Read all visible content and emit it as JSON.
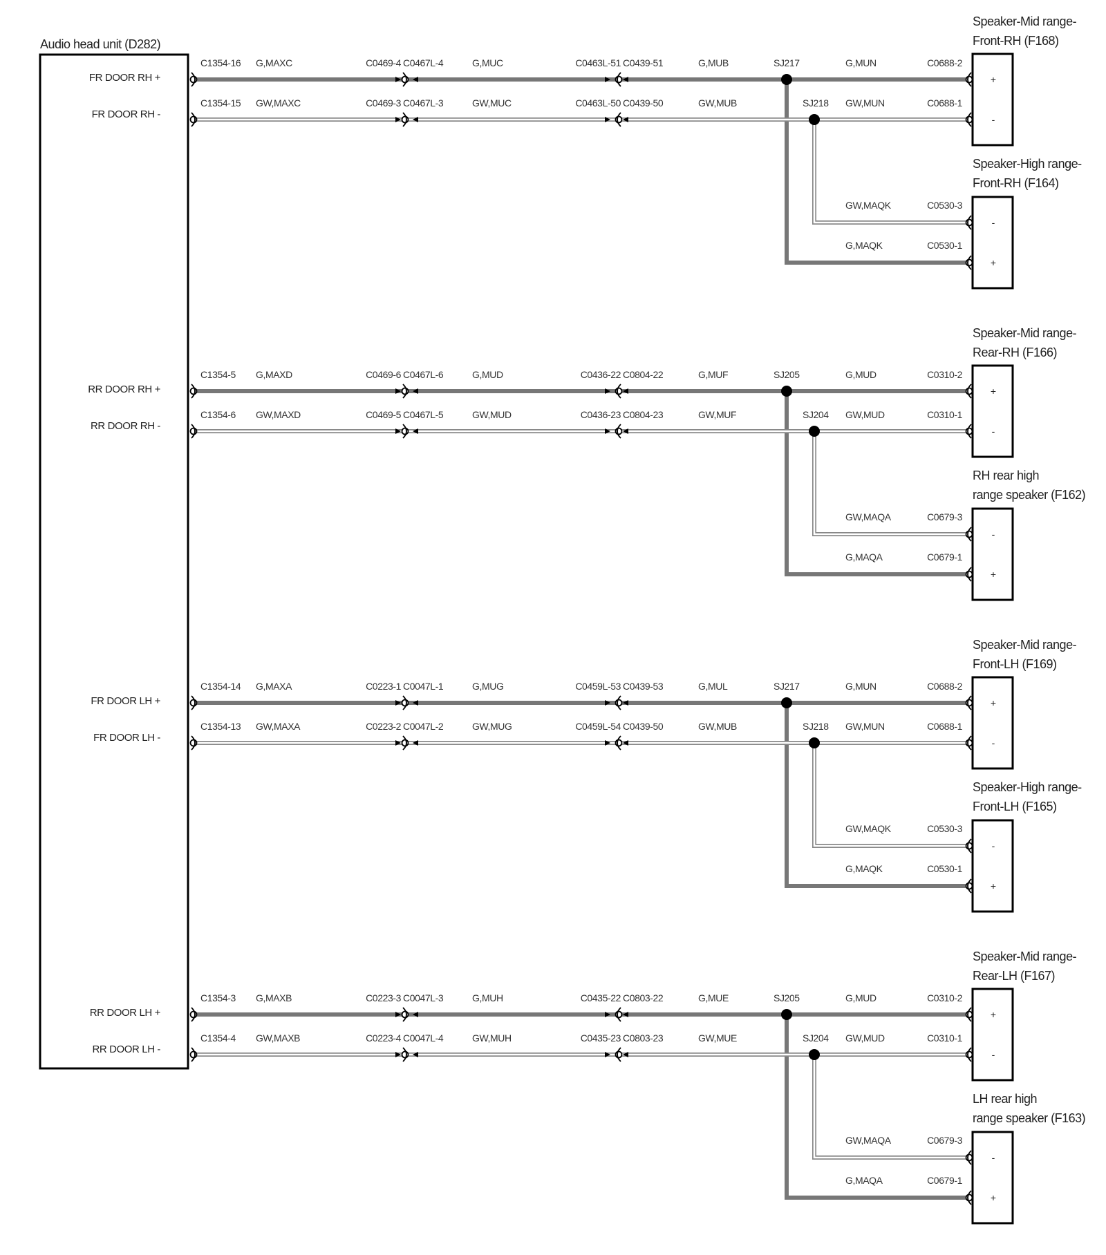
{
  "head_unit": {
    "title": "Audio head unit (D282)",
    "pins": [
      "FR DOOR RH +",
      "FR DOOR RH -",
      "RR DOOR RH +",
      "RR DOOR RH -",
      "FR DOOR LH +",
      "FR DOOR LH -",
      "RR DOOR LH +",
      "RR DOOR LH -"
    ]
  },
  "colors": {
    "wire_g": "#777777",
    "wire_gw_outline": "#888888",
    "ink": "#000000"
  },
  "groups": [
    {
      "plus": {
        "hu_conn": "C1354-16",
        "hu_wire": "G,MAXC",
        "c2a": "C0469-4",
        "c2b": "C0467L-4",
        "w2": "G,MUC",
        "c3a": "C0463L-51",
        "c3b": "C0439-51",
        "w3": "G,MUB",
        "splice": "SJ217",
        "w4": "G,MUN",
        "end": "C0688-2"
      },
      "minus": {
        "hu_conn": "C1354-15",
        "hu_wire": "GW,MAXC",
        "c2a": "C0469-3",
        "c2b": "C0467L-3",
        "w2": "GW,MUC",
        "c3a": "C0463L-50",
        "c3b": "C0439-50",
        "w3": "GW,MUB",
        "splice": "SJ218",
        "w4": "GW,MUN",
        "end": "C0688-1"
      },
      "spk1": {
        "line1": "Speaker-Mid range-",
        "line2": "Front-RH (F168)",
        "plus": "+",
        "minus": "-"
      },
      "spk2": {
        "line1": "Speaker-High range-",
        "line2": "Front-RH (F164)",
        "minus_wire": "GW,MAQK",
        "minus_conn": "C0530-3",
        "plus_wire": "G,MAQK",
        "plus_conn": "C0530-1",
        "plus": "+",
        "minus": "-"
      }
    },
    {
      "plus": {
        "hu_conn": "C1354-5",
        "hu_wire": "G,MAXD",
        "c2a": "C0469-6",
        "c2b": "C0467L-6",
        "w2": "G,MUD",
        "c3a": "C0436-22",
        "c3b": "C0804-22",
        "w3": "G,MUF",
        "splice": "SJ205",
        "w4": "G,MUD",
        "end": "C0310-2"
      },
      "minus": {
        "hu_conn": "C1354-6",
        "hu_wire": "GW,MAXD",
        "c2a": "C0469-5",
        "c2b": "C0467L-5",
        "w2": "GW,MUD",
        "c3a": "C0436-23",
        "c3b": "C0804-23",
        "w3": "GW,MUF",
        "splice": "SJ204",
        "w4": "GW,MUD",
        "end": "C0310-1"
      },
      "spk1": {
        "line1": "Speaker-Mid range-",
        "line2": "Rear-RH (F166)",
        "plus": "+",
        "minus": "-"
      },
      "spk2": {
        "line1": "RH rear high",
        "line2": "range speaker (F162)",
        "minus_wire": "GW,MAQA",
        "minus_conn": "C0679-3",
        "plus_wire": "G,MAQA",
        "plus_conn": "C0679-1",
        "plus": "+",
        "minus": "-"
      }
    },
    {
      "plus": {
        "hu_conn": "C1354-14",
        "hu_wire": "G,MAXA",
        "c2a": "C0223-1",
        "c2b": "C0047L-1",
        "w2": "G,MUG",
        "c3a": "C0459L-53",
        "c3b": "C0439-53",
        "w3": "G,MUL",
        "splice": "SJ217",
        "w4": "G,MUN",
        "end": "C0688-2"
      },
      "minus": {
        "hu_conn": "C1354-13",
        "hu_wire": "GW,MAXA",
        "c2a": "C0223-2",
        "c2b": "C0047L-2",
        "w2": "GW,MUG",
        "c3a": "C0459L-54",
        "c3b": "C0439-50",
        "w3": "GW,MUB",
        "splice": "SJ218",
        "w4": "GW,MUN",
        "end": "C0688-1"
      },
      "spk1": {
        "line1": "Speaker-Mid range-",
        "line2": "Front-LH (F169)",
        "plus": "+",
        "minus": "-"
      },
      "spk2": {
        "line1": "Speaker-High range-",
        "line2": "Front-LH (F165)",
        "minus_wire": "GW,MAQK",
        "minus_conn": "C0530-3",
        "plus_wire": "G,MAQK",
        "plus_conn": "C0530-1",
        "plus": "+",
        "minus": "-"
      }
    },
    {
      "plus": {
        "hu_conn": "C1354-3",
        "hu_wire": "G,MAXB",
        "c2a": "C0223-3",
        "c2b": "C0047L-3",
        "w2": "G,MUH",
        "c3a": "C0435-22",
        "c3b": "C0803-22",
        "w3": "G,MUE",
        "splice": "SJ205",
        "w4": "G,MUD",
        "end": "C0310-2"
      },
      "minus": {
        "hu_conn": "C1354-4",
        "hu_wire": "GW,MAXB",
        "c2a": "C0223-4",
        "c2b": "C0047L-4",
        "w2": "GW,MUH",
        "c3a": "C0435-23",
        "c3b": "C0803-23",
        "w3": "GW,MUE",
        "splice": "SJ204",
        "w4": "GW,MUD",
        "end": "C0310-1"
      },
      "spk1": {
        "line1": "Speaker-Mid range-",
        "line2": "Rear-LH (F167)",
        "plus": "+",
        "minus": "-"
      },
      "spk2": {
        "line1": "LH rear high",
        "line2": "range speaker (F163)",
        "minus_wire": "GW,MAQA",
        "minus_conn": "C0679-3",
        "plus_wire": "G,MAQA",
        "plus_conn": "C0679-1",
        "plus": "+",
        "minus": "-"
      }
    }
  ]
}
